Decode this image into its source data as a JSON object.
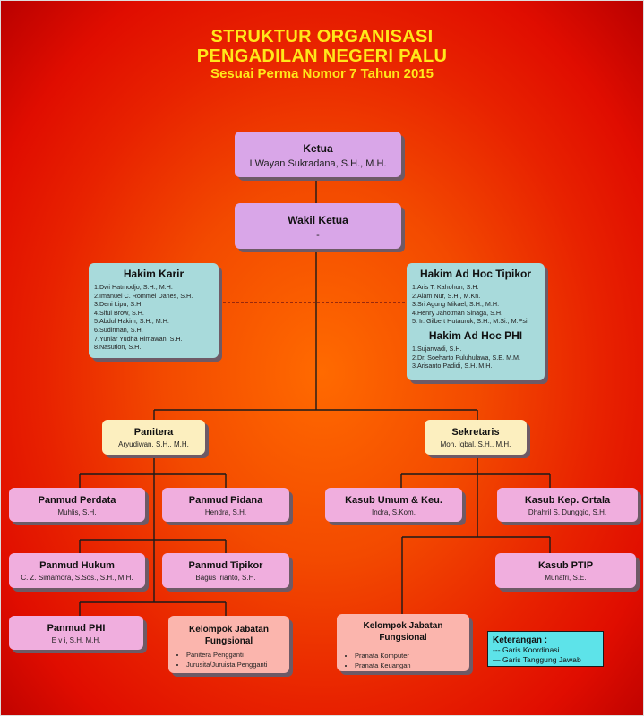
{
  "title": {
    "line1": "STRUKTUR ORGANISASI",
    "line2": "PENGADILAN NEGERI PALU",
    "subtitle": "Sesuai Perma Nomor 7 Tahun 2015"
  },
  "colors": {
    "title_text": "#ffe81a",
    "background_center": "#ff6a00",
    "background_edge": "#b80000",
    "box_violet": "#d9a6e8",
    "box_pink": "#f0aede",
    "box_teal": "#a8dadb",
    "box_cream": "#fcefbf",
    "box_salmon": "#fbb5ad",
    "legend_bg": "#5de3e9",
    "line": "#1a1a1a"
  },
  "ketua": {
    "title": "Ketua",
    "name": "I Wayan Sukradana, S.H., M.H."
  },
  "wakil_ketua": {
    "title": "Wakil Ketua",
    "name": "-"
  },
  "hakim_karir": {
    "title": "Hakim Karir",
    "members": [
      "1.Dwi Hatmodjo, S.H., M.H.",
      "2.Imanuel C. Rommel Danes, S.H.",
      "3.Deni Lipu, S.H.",
      "4.Siful Brow, S.H.",
      "5.Abdul Hakim, S.H., M.H.",
      "6.Sudirman, S.H.",
      "7.Yuniar Yudha Himawan, S.H.",
      "8.Nasution, S.H."
    ]
  },
  "hakim_ad_hoc_tipikor": {
    "title": "Hakim Ad Hoc Tipikor",
    "members": [
      "1.Aris T. Kahohon, S.H.",
      "2.Alam Nur, S.H., M.Kn.",
      "3.Sri Agung Mikael, S.H., M.H.",
      "4.Henry Jahotman Sinaga, S.H.",
      "5. Ir. Gilbert Hutauruk, S.H., M.Si., M.Psi."
    ]
  },
  "hakim_ad_hoc_phi": {
    "title": "Hakim Ad Hoc PHI",
    "members": [
      "1.Sujarwadi, S.H.",
      "2.Dr. Soeharto Puluhulawa, S.E. M.M.",
      "3.Arisanto Padidi, S.H. M.H."
    ]
  },
  "panitera": {
    "title": "Panitera",
    "name": "Aryudiwan, S.H., M.H."
  },
  "sekretaris": {
    "title": "Sekretaris",
    "name": "Moh. Iqbal, S.H., M.H."
  },
  "panmud_perdata": {
    "title": "Panmud Perdata",
    "name": "Muhlis, S.H."
  },
  "panmud_pidana": {
    "title": "Panmud Pidana",
    "name": "Hendra, S.H."
  },
  "panmud_hukum": {
    "title": "Panmud Hukum",
    "name": "C. Z. Simamora, S.Sos., S.H., M.H."
  },
  "panmud_tipikor": {
    "title": "Panmud Tipikor",
    "name": "Bagus Irianto, S.H."
  },
  "panmud_phi": {
    "title": "Panmud PHI",
    "name": "E v i, S.H. M.H."
  },
  "kelompok_panitera": {
    "title_line1": "Kelompok Jabatan",
    "title_line2": "Fungsional",
    "items": [
      "Panitera Pengganti",
      "Jurusita/Juruista Pengganti"
    ]
  },
  "kasub_umum": {
    "title": "Kasub Umum & Keu.",
    "name": "Indra, S.Kom."
  },
  "kasub_ortala": {
    "title": "Kasub Kep. Ortala",
    "name": "Dhahril S. Dunggio, S.H."
  },
  "kasub_ptip": {
    "title": "Kasub PTIP",
    "name": "Munafri, S.E."
  },
  "kelompok_sekretaris": {
    "title_line1": "Kelompok Jabatan",
    "title_line2": "Fungsional",
    "items": [
      "Pranata Komputer",
      "Pranata Keuangan"
    ]
  },
  "legend": {
    "title": "Keterangan :",
    "dashed_label": "--- Garis Koordinasi",
    "solid_label": "— Garis Tanggung Jawab"
  }
}
